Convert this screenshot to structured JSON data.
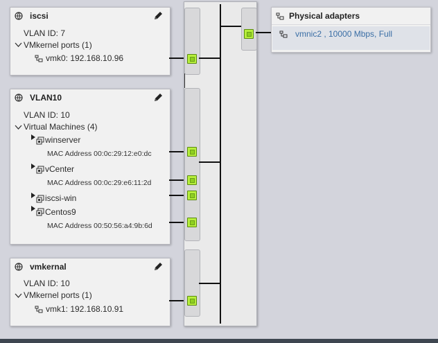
{
  "portgroups": [
    {
      "name": "iscsi",
      "vlan": "VLAN ID: 7",
      "section": "VMkernel ports (1)",
      "items": [
        {
          "label": "vmk0: 192.168.10.96"
        }
      ]
    },
    {
      "name": "VLAN10",
      "vlan": "VLAN ID: 10",
      "section": "Virtual Machines (4)",
      "vms": [
        {
          "name": "winserver",
          "mac": "MAC Address 00:0c:29:12:e0:dc"
        },
        {
          "name": "vCenter",
          "mac": "MAC Address 00:0c:29:e6:11:2d"
        },
        {
          "name": "iscsi-win"
        },
        {
          "name": "Centos9",
          "mac": "MAC Address 00:50:56:a4:9b:6d"
        }
      ]
    },
    {
      "name": "vmkernal",
      "vlan": "VLAN ID: 10",
      "section": "VMkernel ports (1)",
      "items": [
        {
          "label": "vmk1: 192.168.10.91"
        }
      ]
    }
  ],
  "physical_adapters": {
    "title": "Physical adapters",
    "items": [
      {
        "label": "vmnic2 , 10000 Mbps, Full"
      }
    ]
  },
  "icons": {
    "portgroup": "network-globe-icon",
    "edit": "pencil-icon",
    "vmkernel": "vmkernel-port-icon",
    "vm": "virtual-machine-icon",
    "adapter": "physical-nic-icon"
  },
  "colors": {
    "port": "#b7ef3c",
    "link": "#3a6ea5",
    "background": "#d3d4dc"
  }
}
